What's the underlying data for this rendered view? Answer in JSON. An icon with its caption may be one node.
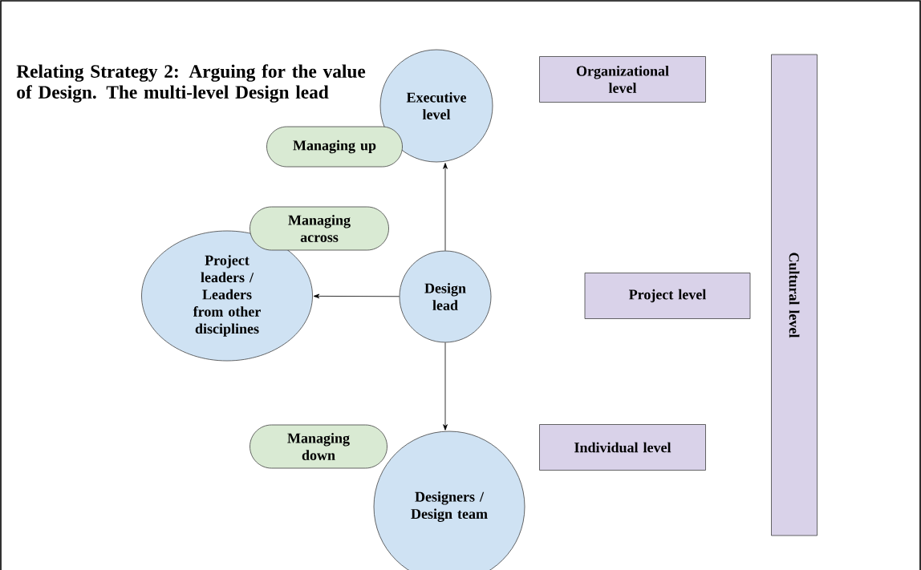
{
  "diagram": {
    "title": "Relating Strategy 2: Arguing for the value of Design. The multi-level Design lead",
    "nodes": [
      {
        "text": [
          "Executive level"
        ]
      },
      {
        "text": [
          "Managing up"
        ]
      },
      {
        "text": [
          "Managing across"
        ]
      },
      {
        "text": [
          "Project leaders / Leaders from other disciplines"
        ]
      },
      {
        "text": [
          "Design lead"
        ]
      },
      {
        "text": [
          "Managing down"
        ]
      },
      {
        "text": [
          "Designers / Design team"
        ]
      },
      {
        "text": [
          "Organizational level"
        ]
      },
      {
        "text": [
          "Project level"
        ]
      },
      {
        "text": [
          "Individual level"
        ]
      },
      {
        "text": [
          "Cultural level"
        ]
      }
    ],
    "edges": [
      {
        "from": 4,
        "to": 0,
        "arrow": "to"
      },
      {
        "from": 4,
        "to": 3,
        "arrow": "to"
      },
      {
        "from": 4,
        "to": 6,
        "arrow": "to"
      }
    ]
  }
}
